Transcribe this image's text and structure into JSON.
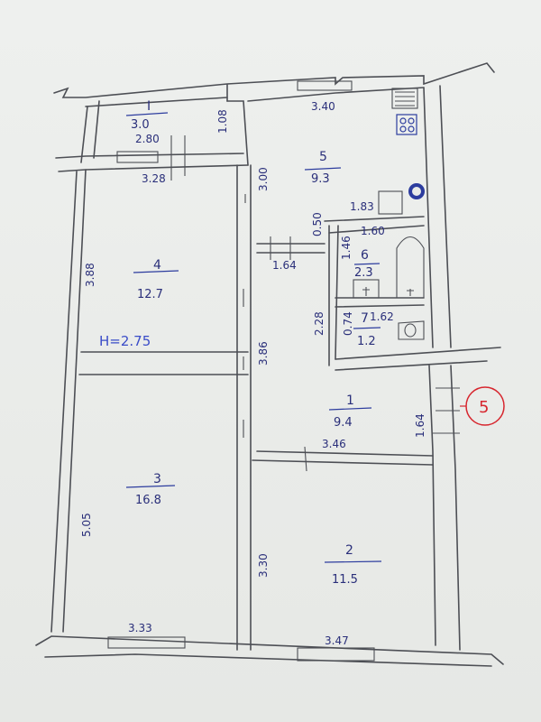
{
  "plan": {
    "ceiling_height": "H=2.75",
    "apartment_number": "5",
    "rooms": [
      {
        "id": "I",
        "area": "3.0"
      },
      {
        "id": "5",
        "area": "9.3"
      },
      {
        "id": "4",
        "area": "12.7"
      },
      {
        "id": "6",
        "area": "2.3"
      },
      {
        "id": "7",
        "area": "1.2"
      },
      {
        "id": "1",
        "area": "9.4"
      },
      {
        "id": "3",
        "area": "16.8"
      },
      {
        "id": "2",
        "area": "11.5"
      }
    ],
    "dimensions": {
      "balcony_width": "2.80",
      "balcony_depth": "1.08",
      "room4_top": "3.28",
      "room4_side": "3.88",
      "room5_top": "3.40",
      "room5_side": "3.00",
      "bath_width": "1.60",
      "bath_depth": "1.46",
      "kitchen_inner": "1.83",
      "corridor_gap": "0.50",
      "corridor_width": "1.64",
      "wc_width": "1.62",
      "wc_depth": "0.74",
      "wc_side": "2.28",
      "hall_side": "3.86",
      "hall_width": "3.46",
      "hall_depth": "1.64",
      "room3_side": "5.05",
      "room3_bottom": "3.33",
      "room2_side": "3.30",
      "room2_bottom": "3.47"
    }
  }
}
